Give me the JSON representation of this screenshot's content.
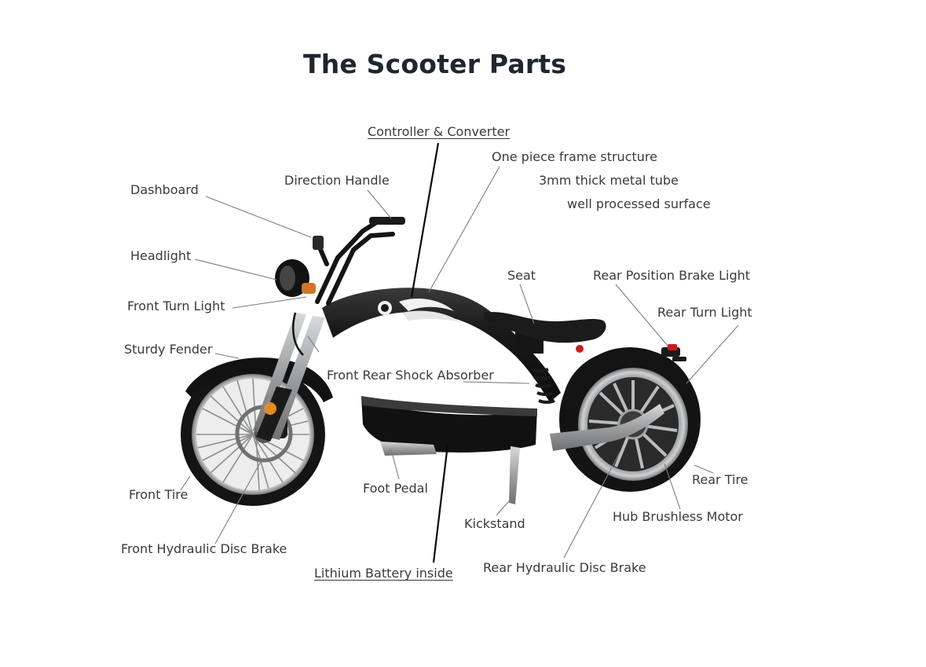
{
  "title": "The Scooter Parts",
  "colors": {
    "frame": "#151515",
    "chrome": "#a9abad",
    "leader": "#7d7d7d",
    "leader_bold": "#0a0a0a",
    "amber": "#e08a2a",
    "red": "#c81d1d"
  },
  "labels": {
    "controller": "Controller & Converter",
    "frame_structure": "One piece frame structure",
    "metal_tube": "3mm thick metal tube",
    "surface": "well processed surface",
    "direction_handle": "Direction Handle",
    "dashboard": "Dashboard",
    "headlight": "Headlight",
    "front_turn_light": "Front Turn Light",
    "sturdy_fender": "Sturdy Fender",
    "seat": "Seat",
    "rear_position_brake_light": "Rear Position Brake Light",
    "rear_turn_light": "Rear Turn Light",
    "shock_absorber": "Front Rear Shock Absorber",
    "front_tire": "Front Tire",
    "foot_pedal": "Foot Pedal",
    "kickstand": "Kickstand",
    "rear_tire": "Rear Tire",
    "hub_motor": "Hub Brushless Motor",
    "front_disc_brake": "Front Hydraulic Disc Brake",
    "battery": "Lithium Battery inside",
    "rear_disc_brake": "Rear Hydraulic Disc Brake"
  }
}
